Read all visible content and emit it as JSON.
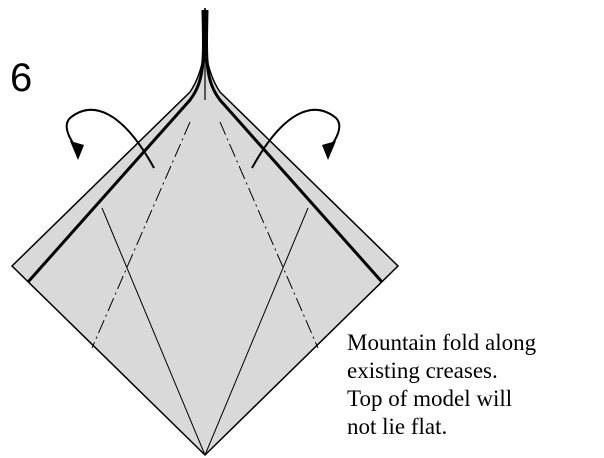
{
  "step": {
    "number": "6"
  },
  "instruction": {
    "lines": [
      "Mountain fold along",
      "existing creases.",
      "Top of model will",
      "not lie flat."
    ]
  },
  "colors": {
    "paper": "#d9d9d9",
    "line": "#000000",
    "background": "#ffffff"
  },
  "icons": {
    "left_arrow": "curved-arrow-left-icon",
    "right_arrow": "curved-arrow-right-icon"
  }
}
